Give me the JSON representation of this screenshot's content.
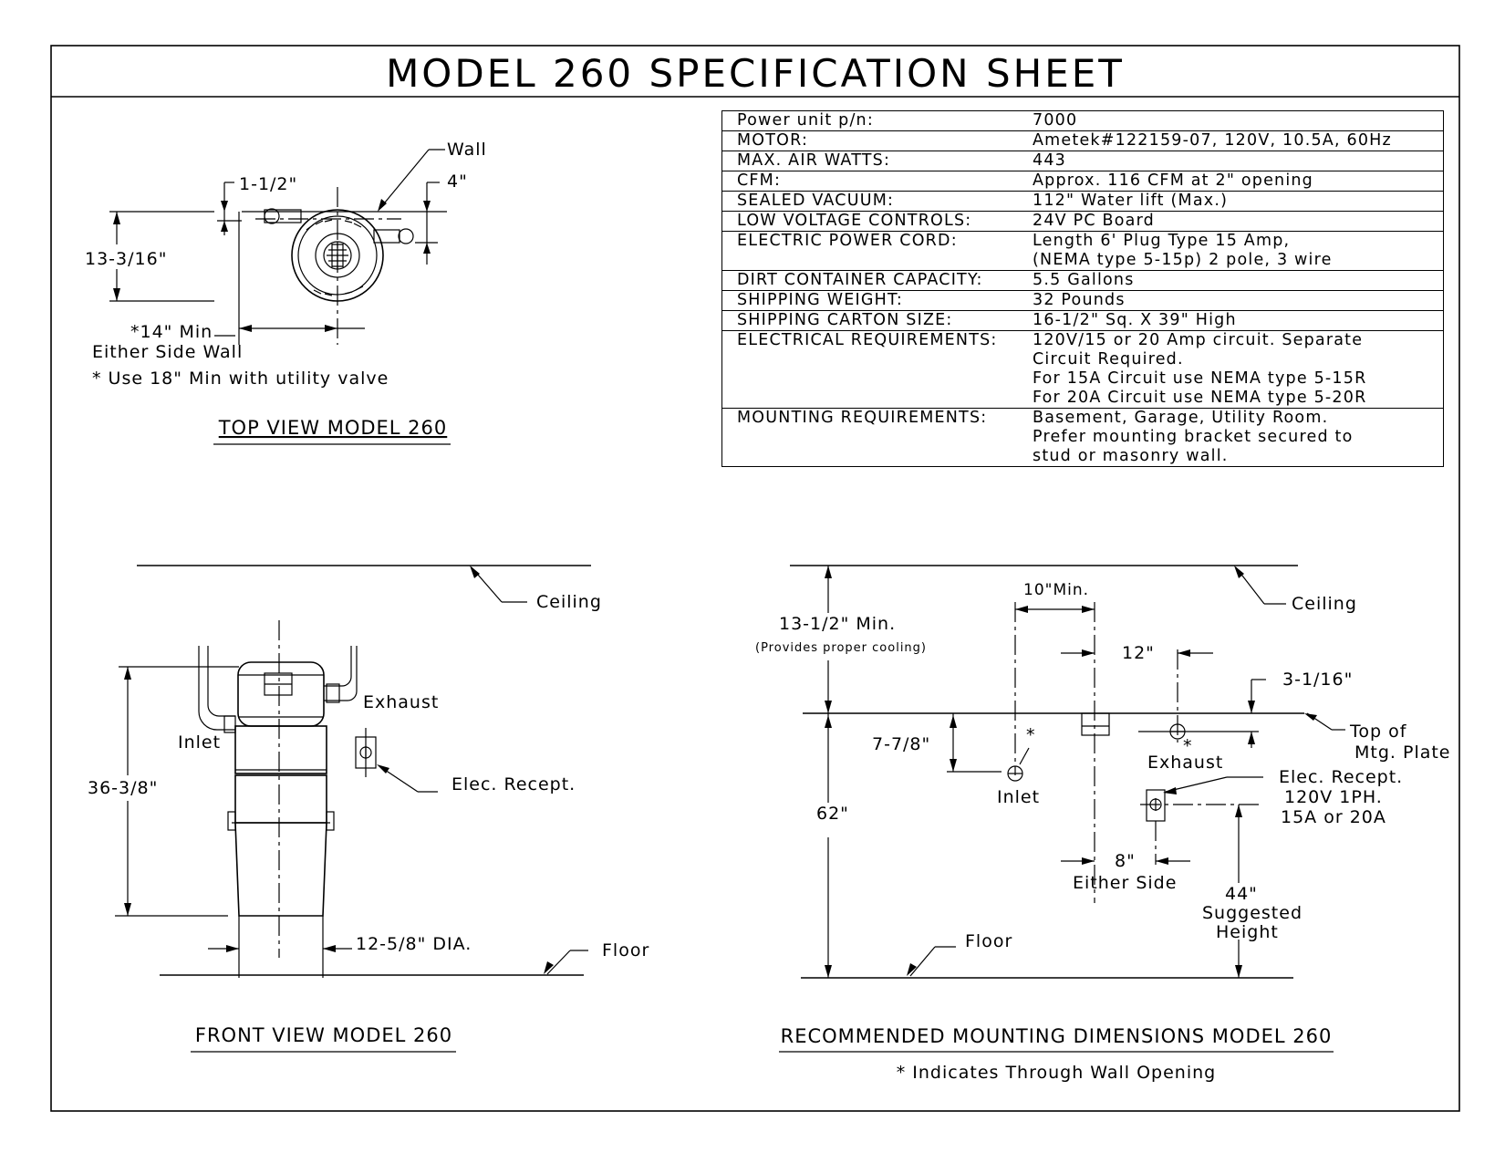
{
  "title": "MODEL 260 SPECIFICATION SHEET",
  "specs": [
    {
      "label": "Power unit p/n:",
      "value": "7000"
    },
    {
      "label": "MOTOR:",
      "value": "Ametek#122159-07, 120V, 10.5A, 60Hz"
    },
    {
      "label": "MAX. AIR WATTS:",
      "value": "443"
    },
    {
      "label": "CFM:",
      "value": "Approx. 116 CFM at 2\" opening"
    },
    {
      "label": "SEALED VACUUM:",
      "value": "112\" Water lift (Max.)"
    },
    {
      "label": "LOW VOLTAGE CONTROLS:",
      "value": "24V PC Board"
    },
    {
      "label": "ELECTRIC POWER CORD:",
      "value": "Length 6' Plug Type 15 Amp,\n(NEMA type 5-15p) 2 pole, 3 wire"
    },
    {
      "label": "DIRT CONTAINER CAPACITY:",
      "value": "5.5 Gallons"
    },
    {
      "label": "SHIPPING WEIGHT:",
      "value": "32 Pounds"
    },
    {
      "label": "SHIPPING CARTON SIZE:",
      "value": "16-1/2\" Sq. X 39\" High"
    },
    {
      "label": "ELECTRICAL REQUIREMENTS:",
      "value": "120V/15 or 20 Amp circuit. Separate\nCircuit Required.\nFor 15A Circuit use NEMA type 5-15R\nFor 20A Circuit use NEMA type 5-20R"
    },
    {
      "label": "MOUNTING REQUIREMENTS:",
      "value": "Basement, Garage, Utility Room.\nPrefer mounting bracket secured to\nstud or masonry wall."
    }
  ],
  "top_view": {
    "caption": "TOP VIEW MODEL 260",
    "wall": "Wall",
    "dim_1_1_2": "1-1/2\"",
    "dim_4": "4\"",
    "dim_13_3_16": "13-3/16\"",
    "min_14": "*14\" Min",
    "either_side_wall": "Either Side Wall",
    "note": "* Use 18\" Min with utility valve"
  },
  "front_view": {
    "caption": "FRONT VIEW MODEL 260",
    "ceiling": "Ceiling",
    "exhaust": "Exhaust",
    "inlet": "Inlet",
    "elec_recept": "Elec. Recept.",
    "dim_36": "36-3/8\"",
    "dia": "12-5/8\" DIA.",
    "floor": "Floor"
  },
  "mounting": {
    "caption": "RECOMMENDED MOUNTING DIMENSIONS MODEL 260",
    "note": "* Indicates Through Wall Opening",
    "ceiling": "Ceiling",
    "dim_10_min": "10\"Min.",
    "dim_13_1_2": "13-1/2\" Min.",
    "provides_cooling": "(Provides proper cooling)",
    "dim_12": "12\"",
    "dim_3_1_16": "3-1/16\"",
    "top_of": "Top of",
    "mtg_plate": "Mtg. Plate",
    "dim_7_7_8": "7-7/8\"",
    "exhaust": "Exhaust",
    "inlet": "Inlet",
    "elec_1": "Elec. Recept.",
    "elec_2": "120V 1PH.",
    "elec_3": "15A or 20A",
    "dim_62": "62\"",
    "dim_8": "8\"",
    "either_side": "Either Side",
    "dim_44": "44\"",
    "suggested": "Suggested",
    "height": "Height",
    "floor": "Floor",
    "star": "*"
  }
}
